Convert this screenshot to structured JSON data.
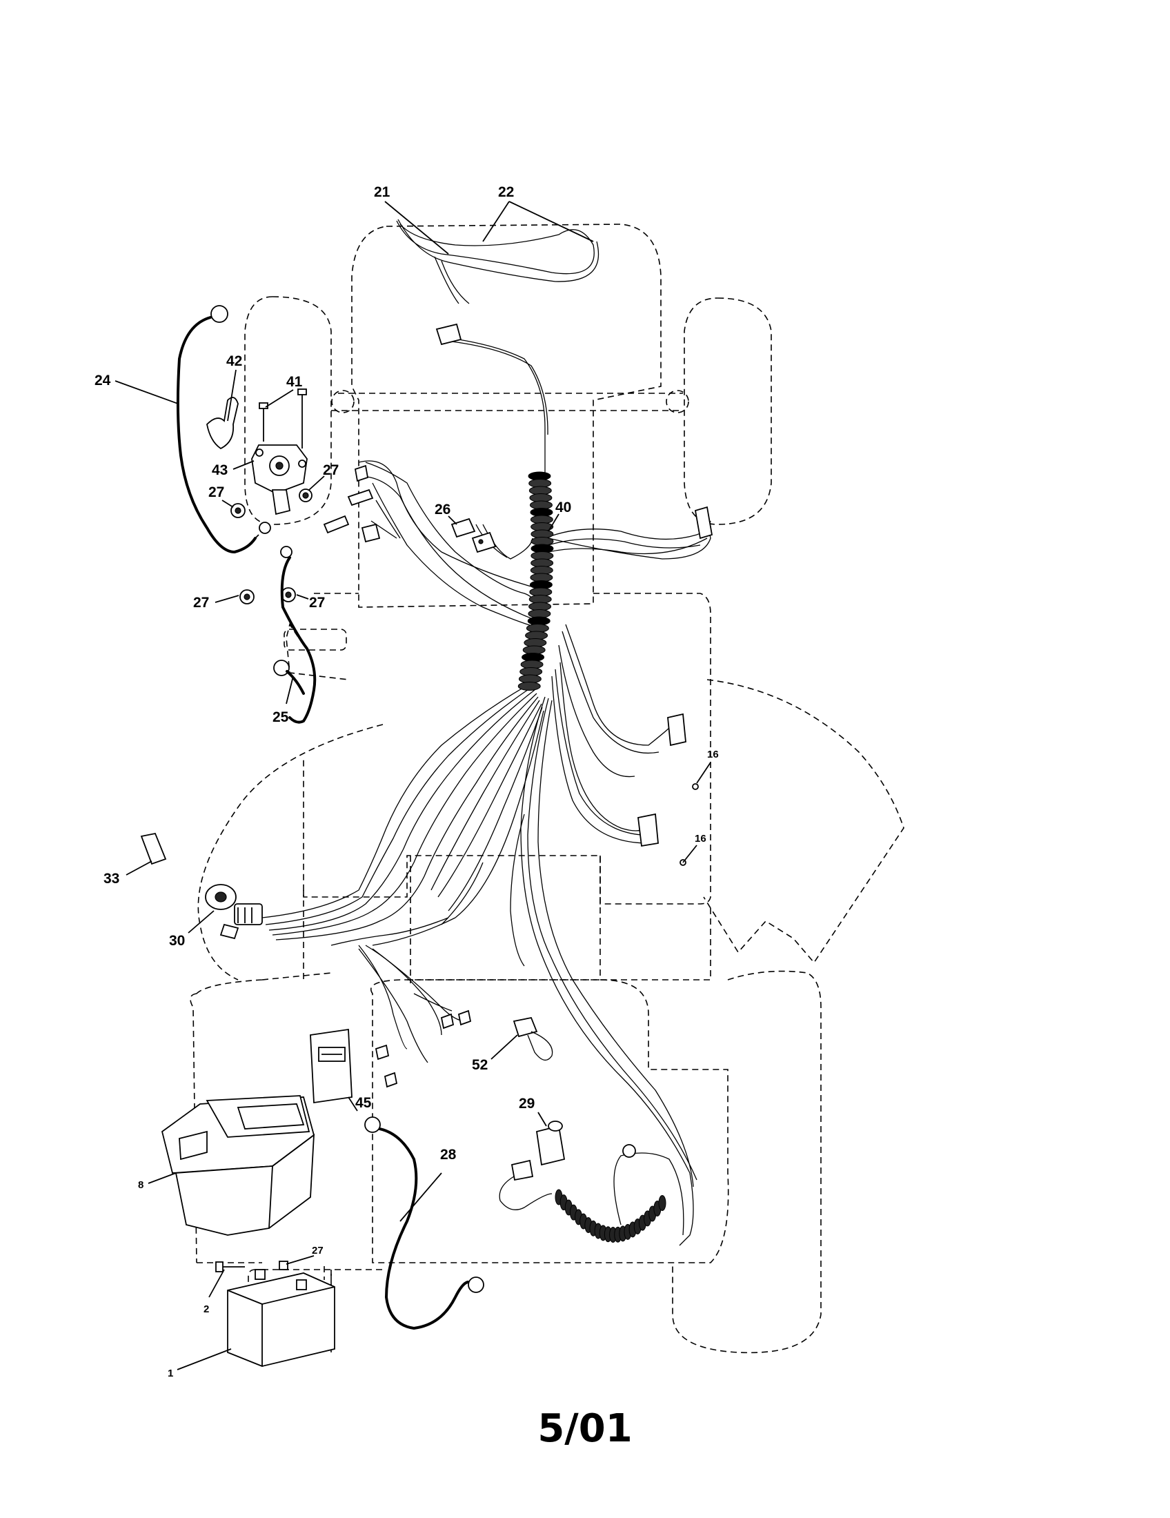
{
  "page_code": "5/01",
  "callouts": [
    {
      "id": "21",
      "text": "21"
    },
    {
      "id": "22",
      "text": "22"
    },
    {
      "id": "24",
      "text": "24"
    },
    {
      "id": "42",
      "text": "42"
    },
    {
      "id": "41",
      "text": "41"
    },
    {
      "id": "43",
      "text": "43"
    },
    {
      "id": "27a",
      "text": "27"
    },
    {
      "id": "27b",
      "text": "27"
    },
    {
      "id": "27c",
      "text": "27"
    },
    {
      "id": "27d",
      "text": "27"
    },
    {
      "id": "27e",
      "text": "27"
    },
    {
      "id": "26",
      "text": "26"
    },
    {
      "id": "40",
      "text": "40"
    },
    {
      "id": "25",
      "text": "25"
    },
    {
      "id": "16a",
      "text": "16"
    },
    {
      "id": "16b",
      "text": "16"
    },
    {
      "id": "33",
      "text": "33"
    },
    {
      "id": "30",
      "text": "30"
    },
    {
      "id": "52",
      "text": "52"
    },
    {
      "id": "45",
      "text": "45"
    },
    {
      "id": "29",
      "text": "29"
    },
    {
      "id": "28",
      "text": "28"
    },
    {
      "id": "8",
      "text": "8"
    },
    {
      "id": "2",
      "text": "2"
    },
    {
      "id": "1",
      "text": "1"
    }
  ]
}
